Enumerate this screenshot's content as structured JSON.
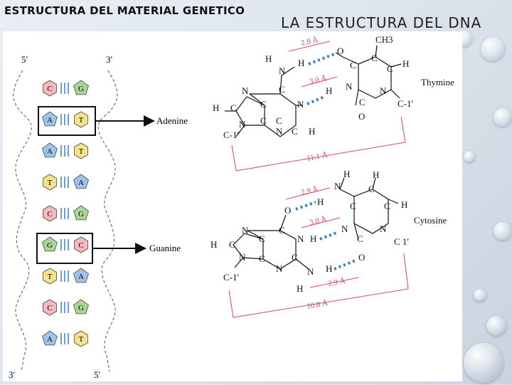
{
  "titles": {
    "left": "ESTRUCTURA DEL MATERIAL GENETICO",
    "right": "LA ESTRUCTURA DEL DNA"
  },
  "helix": {
    "top_left": "5′",
    "top_right": "3′",
    "bottom_left": "3′",
    "bottom_right": "5′",
    "pairs": [
      [
        "C",
        "G"
      ],
      [
        "A",
        "T"
      ],
      [
        "A",
        "T"
      ],
      [
        "T",
        "A"
      ],
      [
        "C",
        "G"
      ],
      [
        "G",
        "C"
      ],
      [
        "T",
        "A"
      ],
      [
        "C",
        "G"
      ],
      [
        "A",
        "T"
      ]
    ],
    "label_adenine": "Adenine",
    "label_guanine": "Guanine"
  },
  "at_pair": {
    "name": "Thymine",
    "d1": "2.8 Å",
    "d2": "3.0 Å",
    "d3": "11.1 Å",
    "ch3": "CH3",
    "c1a": "C-1′",
    "c1b": "C-1′"
  },
  "gc_pair": {
    "name": "Cytosine",
    "d1": "2.9 Å",
    "d2": "3.0 Å",
    "d3": "2.9 Å",
    "d4": "10.8 Å",
    "c1a": "C-1′",
    "c1b": "C 1′"
  },
  "colors": {
    "C": "#f5b8bd",
    "G": "#a8d892",
    "A": "#9fc3ea",
    "T": "#f4e38a",
    "hbond": "#3b7fc8",
    "dim": "#d24a5a"
  }
}
